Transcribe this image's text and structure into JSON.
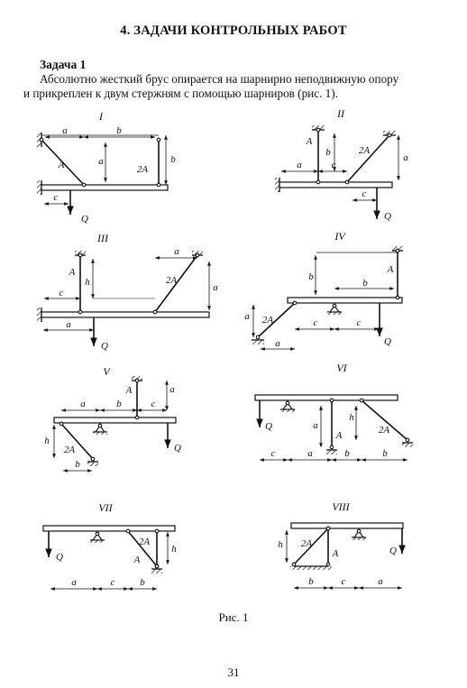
{
  "heading": "4. ЗАДАЧИ КОНТРОЛЬНЫХ РАБОТ",
  "task": {
    "title": "Задача 1",
    "line1": "Абсолютно жесткий брус опирается на шарнирно неподвижную опору",
    "line2": "и прикреплен к двум стержням с помощью шарниров (рис. 1)."
  },
  "schemes": [
    {
      "id": "I",
      "labels": [
        "a",
        "b",
        "A",
        "a",
        "2A",
        "b",
        "c",
        "Q"
      ]
    },
    {
      "id": "II",
      "labels": [
        "A",
        "b",
        "2A",
        "a",
        "a",
        "c",
        "c",
        "Q"
      ]
    },
    {
      "id": "III",
      "labels": [
        "a",
        "A",
        "h",
        "2A",
        "a",
        "c",
        "a",
        "Q"
      ]
    },
    {
      "id": "IV",
      "labels": [
        "b",
        "A",
        "b",
        "a",
        "2A",
        "c",
        "c",
        "a",
        "Q"
      ]
    },
    {
      "id": "V",
      "labels": [
        "A",
        "a",
        "a",
        "b",
        "c",
        "h",
        "2A",
        "b",
        "Q"
      ]
    },
    {
      "id": "VI",
      "labels": [
        "Q",
        "a",
        "A",
        "h",
        "2A",
        "c",
        "a",
        "b",
        "b"
      ]
    },
    {
      "id": "VII",
      "labels": [
        "Q",
        "2A",
        "A",
        "h",
        "a",
        "c",
        "b"
      ]
    },
    {
      "id": "VIII",
      "labels": [
        "h",
        "2A",
        "A",
        "Q",
        "b",
        "c",
        "a"
      ]
    }
  ],
  "caption": "Рис. 1",
  "page_number": "31"
}
